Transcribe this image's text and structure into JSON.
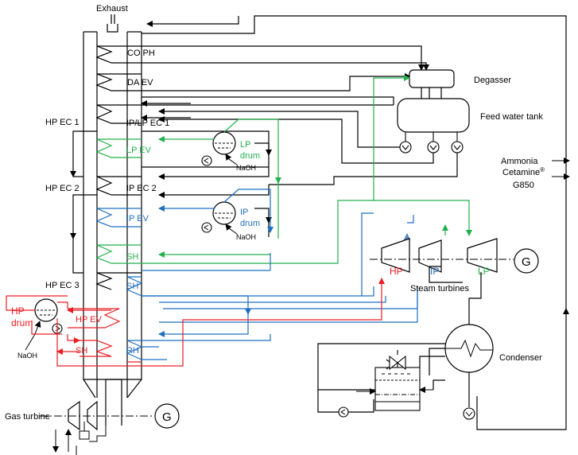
{
  "labels": {
    "exhaust": "Exhaust",
    "co_ph": "CO PH",
    "da_ev": "DA EV",
    "hp_ec1": "HP EC 1",
    "ip_lp_ec1": "IP/LP EC 1",
    "lp_ev": "LP EV",
    "lp_drum_1": "LP",
    "lp_drum_2": "drum",
    "naoh_lp": "NaOH",
    "hp_ec2": "HP EC 2",
    "ip_ec2": "IP EC 2",
    "ip_ev": "IP EV",
    "ip_drum_1": "IP",
    "ip_drum_2": "drum",
    "naoh_ip": "NaOH",
    "lp_sh": "SH",
    "hp_ec3": "HP EC 3",
    "ip_sh": "SH",
    "hp_drum_1": "HP",
    "hp_drum_2": "drum",
    "hp_ev": "HP EV",
    "hp_sh": "SH",
    "rh": "RH",
    "naoh_hp": "NaOH",
    "gas_turbine": "Gas turbine",
    "generator_gt": "G",
    "generator_st": "G",
    "degasser": "Degasser",
    "feed_water_tank": "Feed water tank",
    "ammonia": "Ammonia",
    "cetamine": "Cetamine",
    "cetamine_reg": "®",
    "g850": "G850",
    "turbine_hp": "HP",
    "turbine_ip": "IP",
    "turbine_lp": "LP",
    "steam_turbines": "Steam turbines",
    "condenser": "Condenser"
  },
  "colors": {
    "lp": "#22b14c",
    "ip": "#1f6fc0",
    "hp": "#ed1c24",
    "line": "#000000",
    "turbine_arrow": "#5b87c5"
  }
}
